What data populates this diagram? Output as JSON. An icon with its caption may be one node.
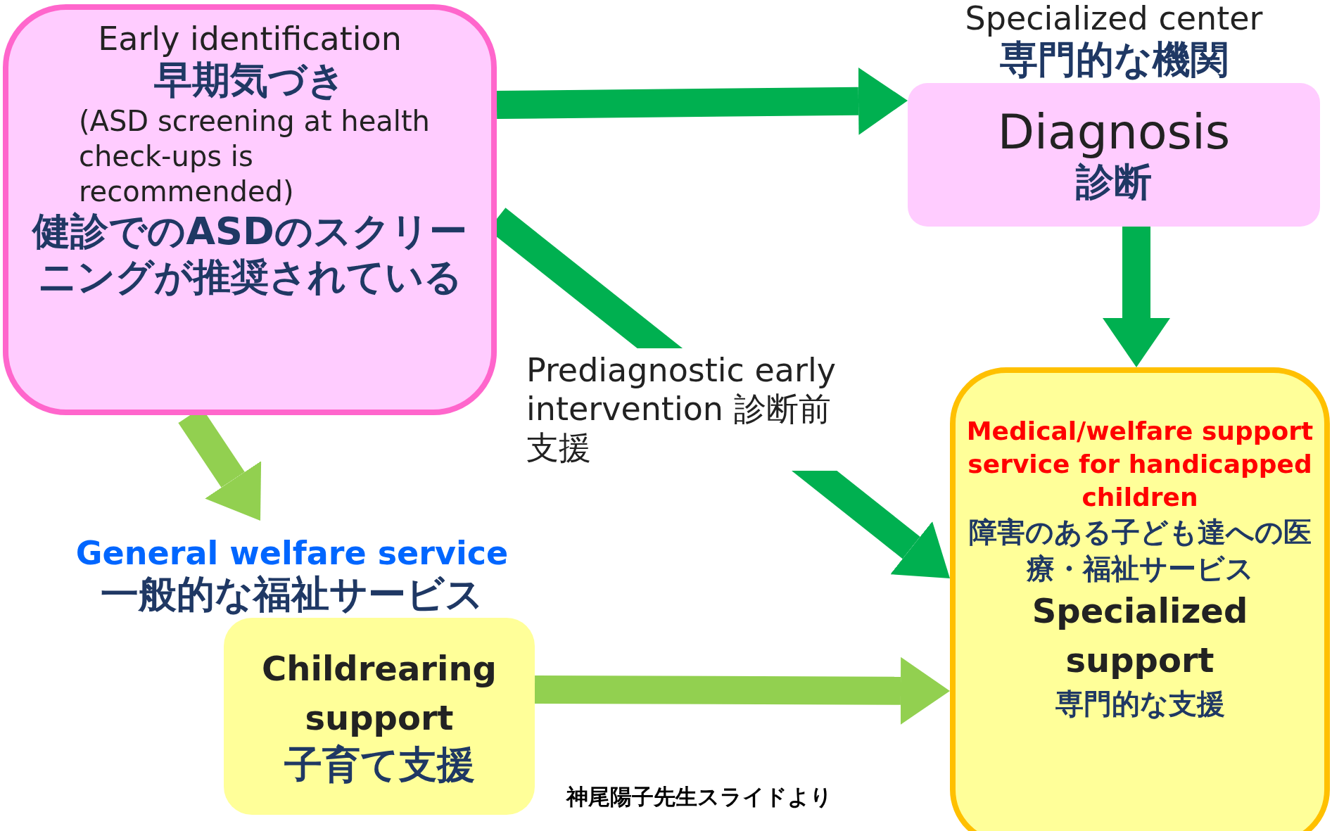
{
  "diagram": {
    "nodes": [
      {
        "text": [
          "Early identification",
          "早期気づき",
          "(ASD screening at health check-ups is recommended)",
          "健診でのASDのスクリーニングが推奨されている"
        ]
      },
      {
        "text": [
          "Specialized center",
          "専門的な機関",
          "Diagnosis",
          "診断"
        ]
      },
      {
        "text": [
          "Medical/welfare support service for handicapped children",
          "障害のある子ども達への医療・福祉サービス",
          "Specialized support",
          "専門的な支援"
        ]
      },
      {
        "text": [
          "General welfare service",
          "一般的な福祉サービス",
          "Childrearing support",
          "子育て支援"
        ]
      }
    ],
    "edges": [
      {
        "from": 0,
        "to": 1,
        "arrow": "to"
      },
      {
        "from": 1,
        "to": 2,
        "arrow": "to"
      },
      {
        "from": 0,
        "to": 2,
        "arrow": "to",
        "label": "Prediagnostic early intervention 診断前支援"
      },
      {
        "from": 0,
        "to": 3,
        "arrow": "to",
        "color": "#92d050"
      },
      {
        "from": 3,
        "to": 2,
        "arrow": "to",
        "color": "#92d050"
      }
    ],
    "labels": [
      "神尾陽子先生スライドより"
    ]
  }
}
